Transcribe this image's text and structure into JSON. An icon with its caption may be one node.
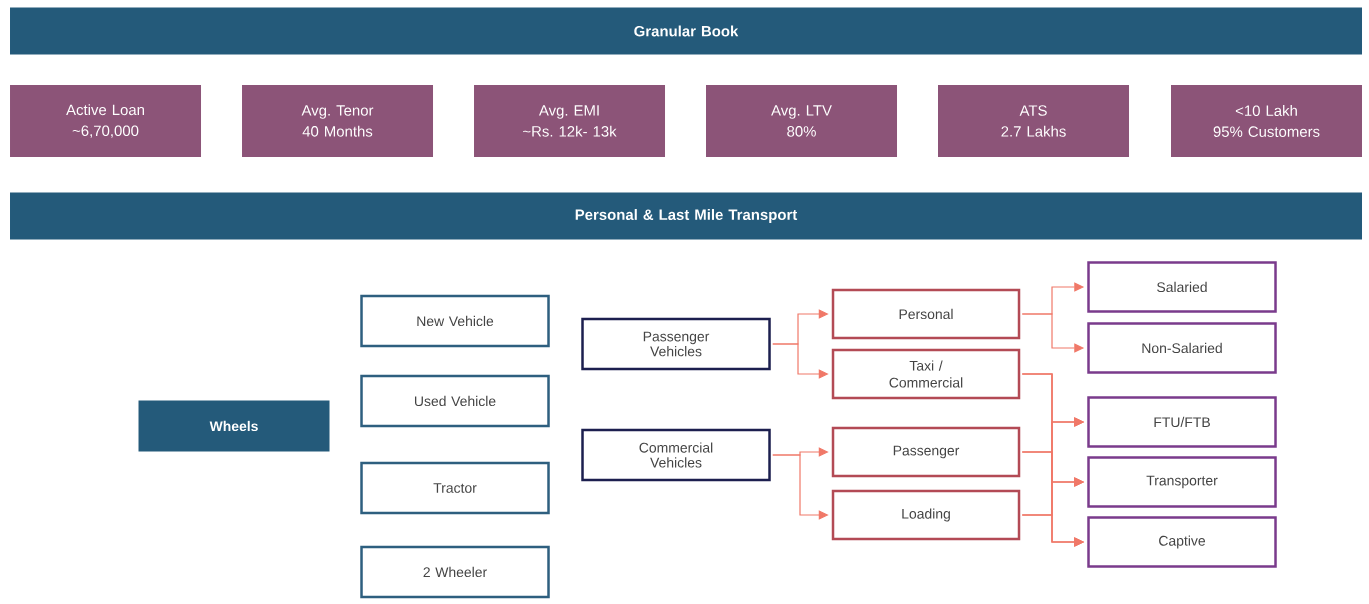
{
  "diagram": {
    "nodes": [
      {
        "text": [
          "Granular Book"
        ]
      },
      {
        "text": [
          "Active Loan",
          "~6,70,000"
        ]
      },
      {
        "text": [
          "Avg. Tenor",
          "40 Months"
        ]
      },
      {
        "text": [
          "Avg. EMI",
          "~Rs. 12k- 13k"
        ]
      },
      {
        "text": [
          "Avg. LTV",
          "80%"
        ]
      },
      {
        "text": [
          "ATS",
          "2.7 Lakhs"
        ]
      },
      {
        "text": [
          "<10 Lakh",
          "95% Customers"
        ]
      },
      {
        "text": [
          "Personal & Last Mile Transport"
        ]
      },
      {
        "text": [
          "Wheels"
        ]
      },
      {
        "text": [
          "New Vehicle"
        ]
      },
      {
        "text": [
          "Used Vehicle"
        ]
      },
      {
        "text": [
          "Tractor"
        ]
      },
      {
        "text": [
          "2 Wheeler"
        ]
      },
      {
        "text": [
          "Passenger Vehicles"
        ]
      },
      {
        "text": [
          "Commercial Vehicles"
        ]
      },
      {
        "text": [
          "Personal"
        ]
      },
      {
        "text": [
          "Taxi / Commercial"
        ]
      },
      {
        "text": [
          "Passenger"
        ]
      },
      {
        "text": [
          "Loading"
        ]
      },
      {
        "text": [
          "Salaried"
        ]
      },
      {
        "text": [
          "Non-Salaried"
        ]
      },
      {
        "text": [
          "FTU/FTB"
        ]
      },
      {
        "text": [
          "Transporter"
        ]
      },
      {
        "text": [
          "Captive"
        ]
      }
    ],
    "edges": [
      {
        "from": 13,
        "to": 15,
        "arrow": "to"
      },
      {
        "from": 13,
        "to": 16,
        "arrow": "to"
      },
      {
        "from": 14,
        "to": 17,
        "arrow": "to"
      },
      {
        "from": 14,
        "to": 18,
        "arrow": "to"
      },
      {
        "from": 15,
        "to": 19,
        "arrow": "to"
      },
      {
        "from": 15,
        "to": 20,
        "arrow": "to"
      },
      {
        "from": 16,
        "to": 21,
        "arrow": "to"
      },
      {
        "from": 16,
        "to": 22,
        "arrow": "to"
      },
      {
        "from": 16,
        "to": 23,
        "arrow": "to"
      },
      {
        "from": 17,
        "to": 21,
        "arrow": "to"
      },
      {
        "from": 17,
        "to": 22,
        "arrow": "to"
      },
      {
        "from": 17,
        "to": 23,
        "arrow": "to"
      },
      {
        "from": 18,
        "to": 21,
        "arrow": "to"
      },
      {
        "from": 18,
        "to": 22,
        "arrow": "to"
      },
      {
        "from": 18,
        "to": 23,
        "arrow": "to"
      }
    ]
  }
}
